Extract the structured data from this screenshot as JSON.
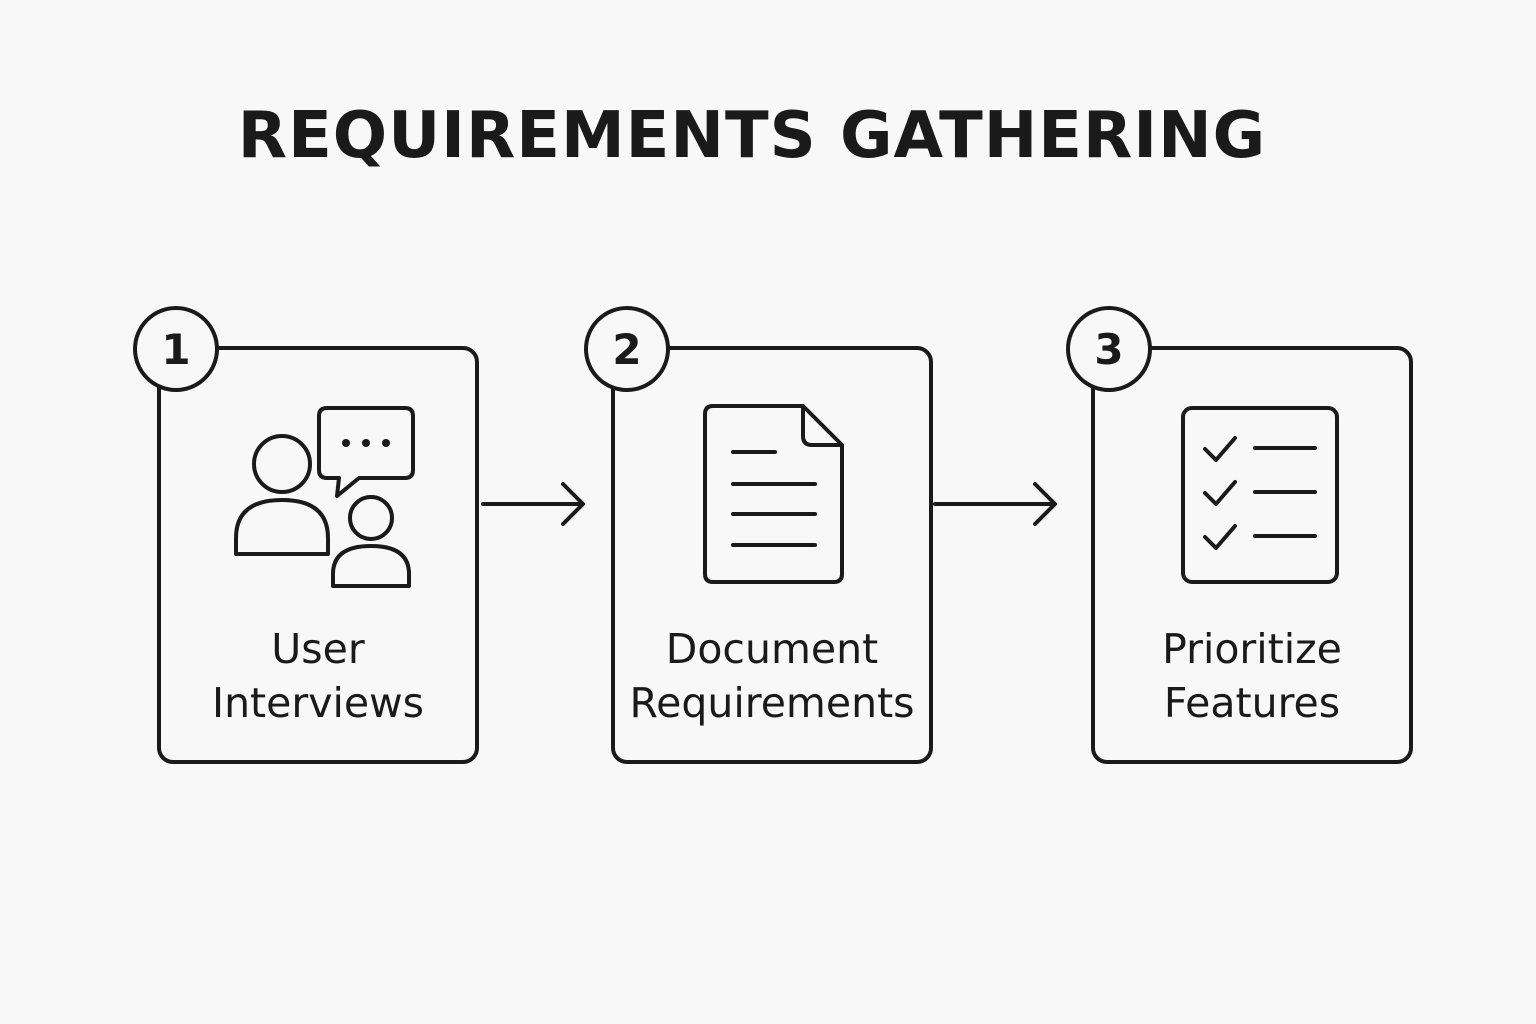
{
  "title": "REQUIREMENTS GATHERING",
  "steps": [
    {
      "number": "1",
      "label_line1": "User",
      "label_line2": "Interviews",
      "icon": "user-interviews-icon"
    },
    {
      "number": "2",
      "label_line1": "Document",
      "label_line2": "Requirements",
      "icon": "document-icon"
    },
    {
      "number": "3",
      "label_line1": "Prioritize",
      "label_line2": "Features",
      "icon": "checklist-icon"
    }
  ],
  "colors": {
    "background": "#f8f8f8",
    "stroke": "#1a1a1a"
  }
}
